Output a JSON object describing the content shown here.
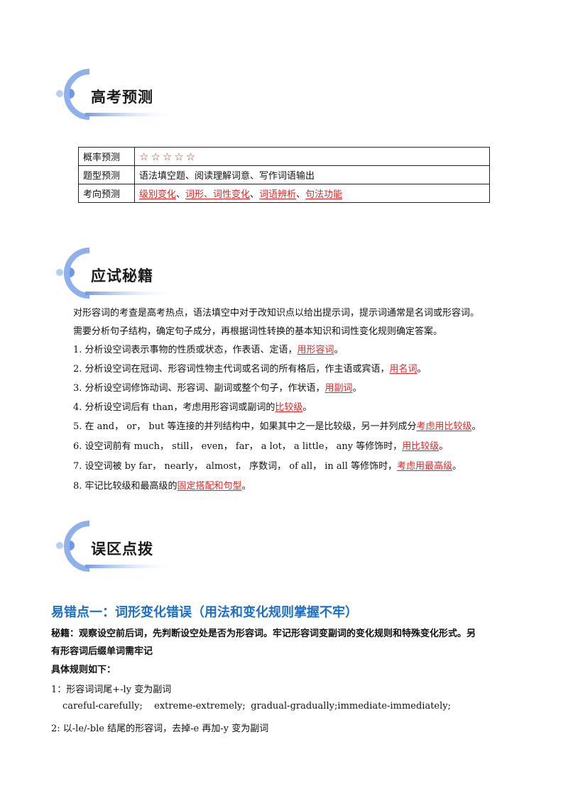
{
  "sections": {
    "prediction_title": "高考预测",
    "tips_title": "应试秘籍",
    "mistakes_title": "误区点拨"
  },
  "table": {
    "row1_label": "概率预测",
    "row1_stars": "☆☆☆☆☆",
    "row2_label": "题型预测",
    "row2_value": "语法填空题、阅读理解词意、写作词语输出",
    "row3_label": "考向预测",
    "row3_items": [
      "级别变化",
      "词形、词性变化",
      "词语辨析",
      "句法功能"
    ],
    "row3_sep": "、"
  },
  "tips": {
    "intro1": "对形容词的考查是高考热点，语法填空中对于改知识点以给出提示词，提示词通常是名词或形容词。",
    "intro2": "需要分析句子结构，确定句子成分，再根据词性转换的基本知识和词性变化规则确定答案。",
    "items": [
      {
        "text": "1.  分析设空词表示事物的性质或状态，作表语、定语，",
        "link": "用形容词",
        "end": "。"
      },
      {
        "text": "2.  分析设空词在冠词、形容词性物主代词或名词的所有格后，作主语或宾语，",
        "link": "用名词",
        "end": "。"
      },
      {
        "text": "3.  分析设空词修饰动词、形容词、副词或整个句子，作状语，",
        "link": "用副词",
        "end": "。"
      },
      {
        "text": "4.  分析设空词后有 than，考虑用形容词或副词的",
        "link": "比较级",
        "end": "。"
      },
      {
        "text": "5.  在 and， or， but 等连接的并列结构中，如果其中之一是比较级，另一并列成分",
        "link": "考虑用比较级",
        "end": "。"
      },
      {
        "text": "6.  设空词前有 much， still， even， far， a  lot， a  little， any 等修饰时，",
        "link": "用比较级",
        "end": "。"
      },
      {
        "text": "7.  设空词被 by  far， nearly， almost， 序数词， of  all， in  all 等修饰时，",
        "link": "考虑用最高级",
        "end": "。"
      },
      {
        "text": "8.  牢记比较级和最高级的",
        "link": "固定搭配和句型",
        "end": "。"
      }
    ]
  },
  "mistakes": {
    "heading": "易错点一：词形变化错误（用法和变化规则掌握不牢）",
    "secret1": "秘籍：观察设空前后词，先判断设空处是否为形容词。牢记形容词变副词的变化规则和特殊变化形式。另",
    "secret2": "有形容词后缀单词需牢记",
    "rules_title": "具体规则如下：",
    "rule1": "1：形容词词尾+-ly 变为副词",
    "examples": [
      "careful-carefully;",
      "extreme-extremely;",
      "gradual-gradually;",
      "immediate-immediately;"
    ],
    "rule2": "2:  以-le/-ble 结尾的形容词，去掉-e 再加-y 变为副词"
  },
  "colors": {
    "accent_red": "#d42a2a",
    "heading_blue": "#1c6fc4",
    "banner_blue": "#5b86d8"
  }
}
